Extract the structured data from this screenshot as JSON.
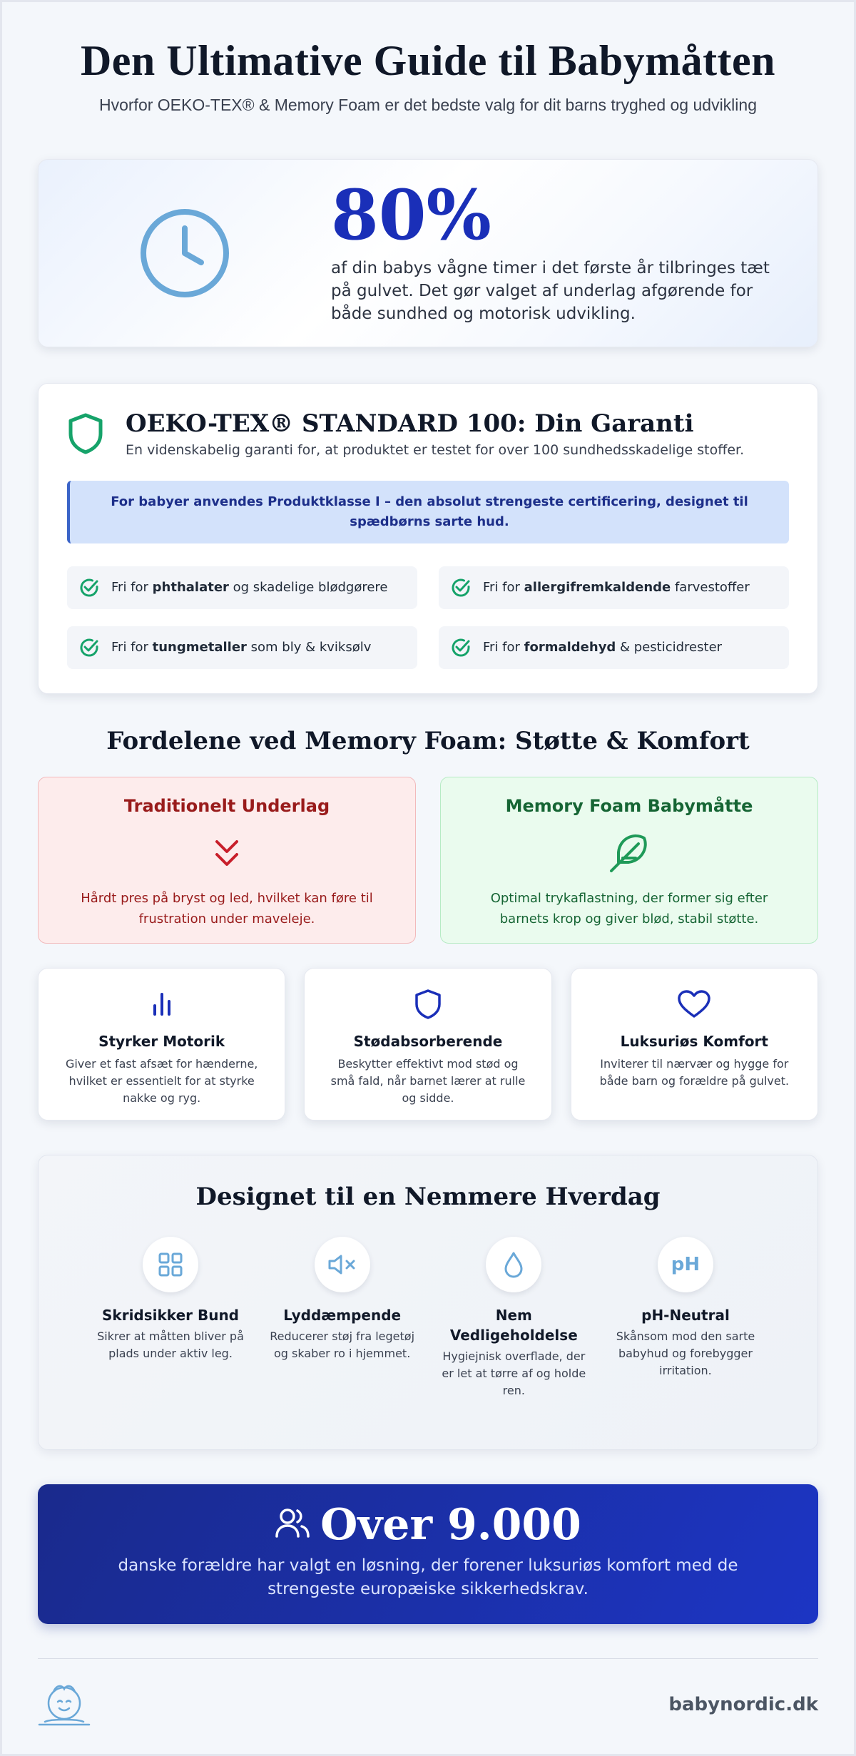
{
  "header": {
    "title": "Den Ultimative Guide til Babymåtten",
    "subtitle": "Hvorfor OEKO-TEX® & Memory Foam er det bedste valg for dit barns tryghed og udvikling"
  },
  "stat": {
    "value": "80%",
    "description": "af din babys vågne timer i det første år tilbringes tæt på gulvet. Det gør valget af underlag afgørende for både sundhed og motorisk udvikling.",
    "icon": "clock-icon"
  },
  "oeko": {
    "title": "OEKO-TEX® STANDARD 100: Din Garanti",
    "subtitle": "En videnskabelig garanti for, at produktet er testet for over 100 sundhedsskadelige stoffer.",
    "note": "For babyer anvendes Produktklasse I – den absolut strengeste certificering, designet til spædbørns sarte hud.",
    "items": [
      {
        "pre": "Fri for ",
        "bold": "phthalater",
        "post": " og skadelige blødgørere"
      },
      {
        "pre": "Fri for ",
        "bold": "allergifremkaldende",
        "post": " farvestoffer"
      },
      {
        "pre": "Fri for ",
        "bold": "tungmetaller",
        "post": " som bly & kviksølv"
      },
      {
        "pre": "Fri for ",
        "bold": "formaldehyd",
        "post": " & pesticidrester"
      }
    ]
  },
  "memory_foam": {
    "title": "Fordelene ved Memory Foam: Støtte & Komfort",
    "traditional": {
      "title": "Traditionelt Underlag",
      "text": "Hårdt pres på bryst og led, hvilket kan føre til frustration under maveleje."
    },
    "foam": {
      "title": "Memory Foam Babymåtte",
      "text": "Optimal trykaflastning, der former sig efter barnets krop og giver blød, stabil støtte."
    },
    "features": [
      {
        "title": "Styrker Motorik",
        "text": "Giver et fast afsæt for hænderne, hvilket er essentielt for at styrke nakke og ryg."
      },
      {
        "title": "Stødabsorberende",
        "text": "Beskytter effektivt mod stød og små fald, når barnet lærer at rulle og sidde."
      },
      {
        "title": "Luksuriøs Komfort",
        "text": "Inviterer til nærvær og hygge for både barn og forældre på gulvet."
      }
    ]
  },
  "everyday": {
    "title": "Designet til en Nemmere Hverdag",
    "items": [
      {
        "title": "Skridsikker Bund",
        "text": "Sikrer at måtten bliver på plads under aktiv leg."
      },
      {
        "title": "Lyddæmpende",
        "text": "Reducerer støj fra legetøj og skaber ro i hjemmet."
      },
      {
        "title": "Nem Vedligeholdelse",
        "text": "Hygiejnisk overflade, der er let at tørre af og holde ren."
      },
      {
        "title": "pH-Neutral",
        "text": "Skånsom mod den sarte babyhud og forebygger irritation.",
        "icon_text": "pH"
      }
    ]
  },
  "banner": {
    "value": "Over 9.000",
    "text": "danske forældre har valgt en løsning, der forener luksuriøs komfort med de strengeste europæiske sikkerhedskrav."
  },
  "footer": {
    "site": "babynordic.dk"
  },
  "colors": {
    "accent": "#1a2fb8",
    "green": "#16a36a",
    "red": "#991b1b",
    "light_blue": "#6aa8d8"
  }
}
